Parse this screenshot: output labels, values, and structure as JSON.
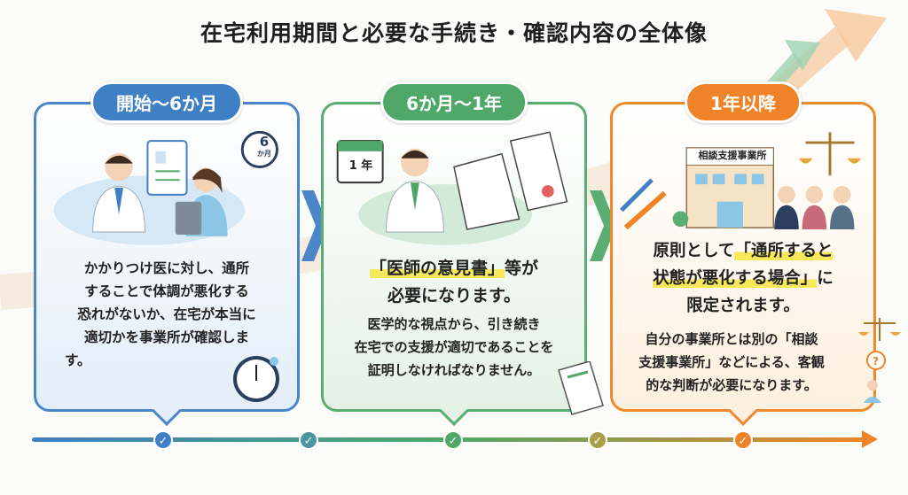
{
  "title": "在宅利用期間と必要な手続き・確認内容の全体像",
  "stages": [
    {
      "label": "開始〜6か月",
      "clock_badge": "6",
      "clock_badge_sub": "か月",
      "body_lines": [
        "かかりつけ医に対し、通所",
        "することで体調が悪化する",
        "恐れがないか、在宅が本当に",
        "適切かを事業所が確認しま",
        "す。"
      ],
      "color": "#3f7fc4"
    },
    {
      "label": "6か月〜1年",
      "calendar_text": "1 年",
      "head_highlight": "「医師の意見書」",
      "head_rest1": "等が",
      "head_line2": "必要になります。",
      "body_lines": [
        "医学的な視点から、引き続き",
        "在宅での支援が適切であることを",
        "証明しなければなりません。"
      ],
      "color": "#4fa868"
    },
    {
      "label": "1年以降",
      "building_sign": "相談支援事業所",
      "head_prefix": "原則として",
      "head_highlight1": "「通所すると",
      "head_highlight2": "状態が悪化する場合」",
      "head_suffix": "に",
      "head_line3": "限定されます。",
      "body_lines": [
        "自分の事業所とは別の「相談",
        "支援事業所」などによる、客観",
        "的な判断が必要になります。"
      ],
      "color": "#ee8427"
    }
  ],
  "timeline_checks": [
    "✓",
    "✓",
    "✓",
    "✓",
    "✓"
  ]
}
